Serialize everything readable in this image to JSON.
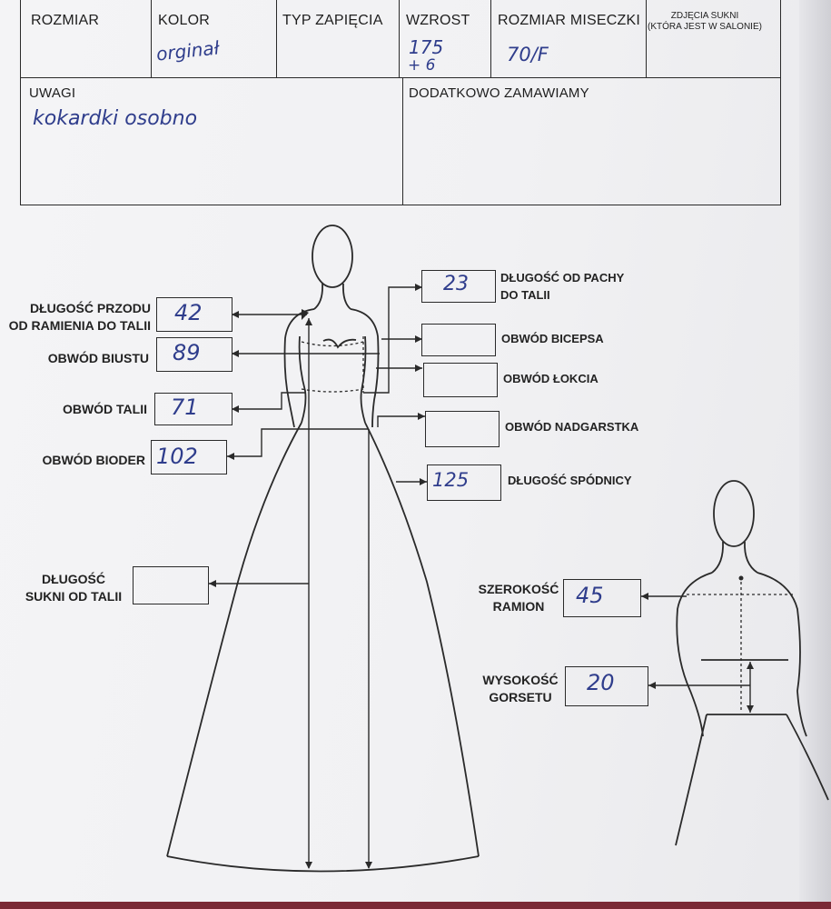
{
  "header": {
    "rozmiar": "ROZMIAR",
    "kolor": "KOLOR",
    "kolor_value": "orginał",
    "typ_zapiecia": "TYP ZAPIĘCIA",
    "wzrost": "WZROST",
    "wzrost_value_1": "175",
    "wzrost_value_2": "+ 6",
    "rozmiar_miseczki": "ROZMIAR MISECZKI",
    "rozmiar_miseczki_value": "70/F",
    "zdjecia_1": "ZDJĘCIA SUKNI",
    "zdjecia_2": "(KTÓRA JEST W SALONIE)"
  },
  "notes": {
    "uwagi": "UWAGI",
    "uwagi_value": "kokardki osobno",
    "dodatkowo": "DODATKOWO ZAMAWIAMY"
  },
  "measurements": {
    "dlugosc_przodu_1": "DŁUGOŚĆ PRZODU",
    "dlugosc_przodu_2": "OD RAMIENIA DO TALII",
    "dlugosc_przodu_value": "42",
    "obwod_biustu": "OBWÓD BIUSTU",
    "obwod_biustu_value": "89",
    "obwod_talii": "OBWÓD TALII",
    "obwod_talii_value": "71",
    "obwod_bioder": "OBWÓD BIODER",
    "obwod_bioder_value": "102",
    "dlugosc_sukni_1": "DŁUGOŚĆ",
    "dlugosc_sukni_2": "SUKNI OD TALII",
    "dlugosc_od_pachy_1": "DŁUGOŚĆ OD PACHY",
    "dlugosc_od_pachy_2": "DO TALII",
    "dlugosc_od_pachy_value": "23",
    "obwod_bicepsa": "OBWÓD BICEPSA",
    "obwod_lokcia": "OBWÓD ŁOKCIA",
    "obwod_nadgarstka": "OBWÓD NADGARSTKA",
    "dlugosc_spodnicy": "DŁUGOŚĆ SPÓDNICY",
    "dlugosc_spodnicy_value": "125",
    "szerokosc_ramion_1": "SZEROKOŚĆ",
    "szerokosc_ramion_2": "RAMION",
    "szerokosc_ramion_value": "45",
    "wysokosc_gorsetu_1": "WYSOKOŚĆ",
    "wysokosc_gorsetu_2": "GORSETU",
    "wysokosc_gorsetu_value": "20"
  }
}
